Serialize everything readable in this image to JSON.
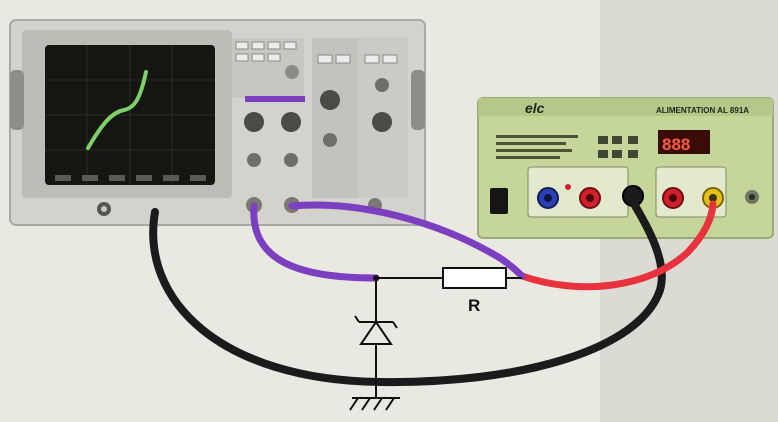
{
  "colors": {
    "background": "#e9e8e1",
    "oscilloscope_body": "#d3d2cc",
    "screen": "#151512",
    "trace": "#7fd06a",
    "psu_body": "#c5d69a",
    "psu_display": "#cc2b1b",
    "wire_purple": "#7b3fbf",
    "wire_red": "#e8323e",
    "wire_black": "#1b1b1b",
    "jack_blue": "#2a3fb8",
    "jack_red": "#d2202a",
    "jack_yellow": "#e2c21a"
  },
  "power_supply": {
    "brand": "elc",
    "title": "ALIMENTATION AL 891A",
    "display_value": "888"
  },
  "circuit": {
    "resistor_label": "R"
  },
  "icons": [
    "oscilloscope",
    "power-supply",
    "resistor",
    "zener-diode",
    "ground-symbol"
  ]
}
